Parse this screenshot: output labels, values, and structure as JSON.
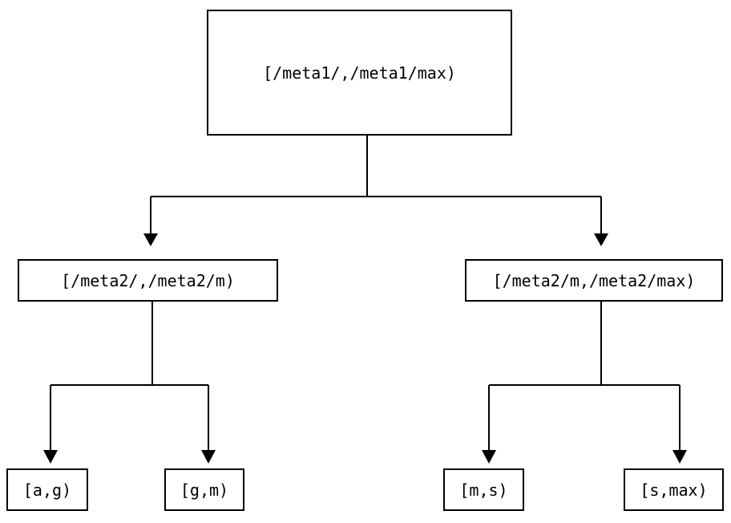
{
  "diagram": {
    "type": "tree",
    "title": "range-partition-tree",
    "background_color": "#ffffff",
    "line_color": "#000000",
    "text_color": "#000000",
    "edge_style": "orthogonal-with-arrowheads"
  },
  "nodes": {
    "root": {
      "id": "root",
      "label": "[/meta1/,/meta1/max)"
    },
    "mid_left": {
      "id": "mid-left",
      "label": "[/meta2/,/meta2/m)"
    },
    "mid_right": {
      "id": "mid-right",
      "label": "[/meta2/m,/meta2/max)"
    },
    "leaves": [
      {
        "id": "leaf-a-g",
        "label": "[a,g)"
      },
      {
        "id": "leaf-g-m",
        "label": "[g,m)"
      },
      {
        "id": "leaf-m-s",
        "label": "[m,s)"
      },
      {
        "id": "leaf-s-max",
        "label": "[s,max)"
      }
    ]
  },
  "edges": [
    {
      "from": "root",
      "to": "mid-left"
    },
    {
      "from": "root",
      "to": "mid-right"
    },
    {
      "from": "mid-left",
      "to": "leaf-a-g"
    },
    {
      "from": "mid-left",
      "to": "leaf-g-m"
    },
    {
      "from": "mid-right",
      "to": "leaf-m-s"
    },
    {
      "from": "mid-right",
      "to": "leaf-s-max"
    }
  ]
}
